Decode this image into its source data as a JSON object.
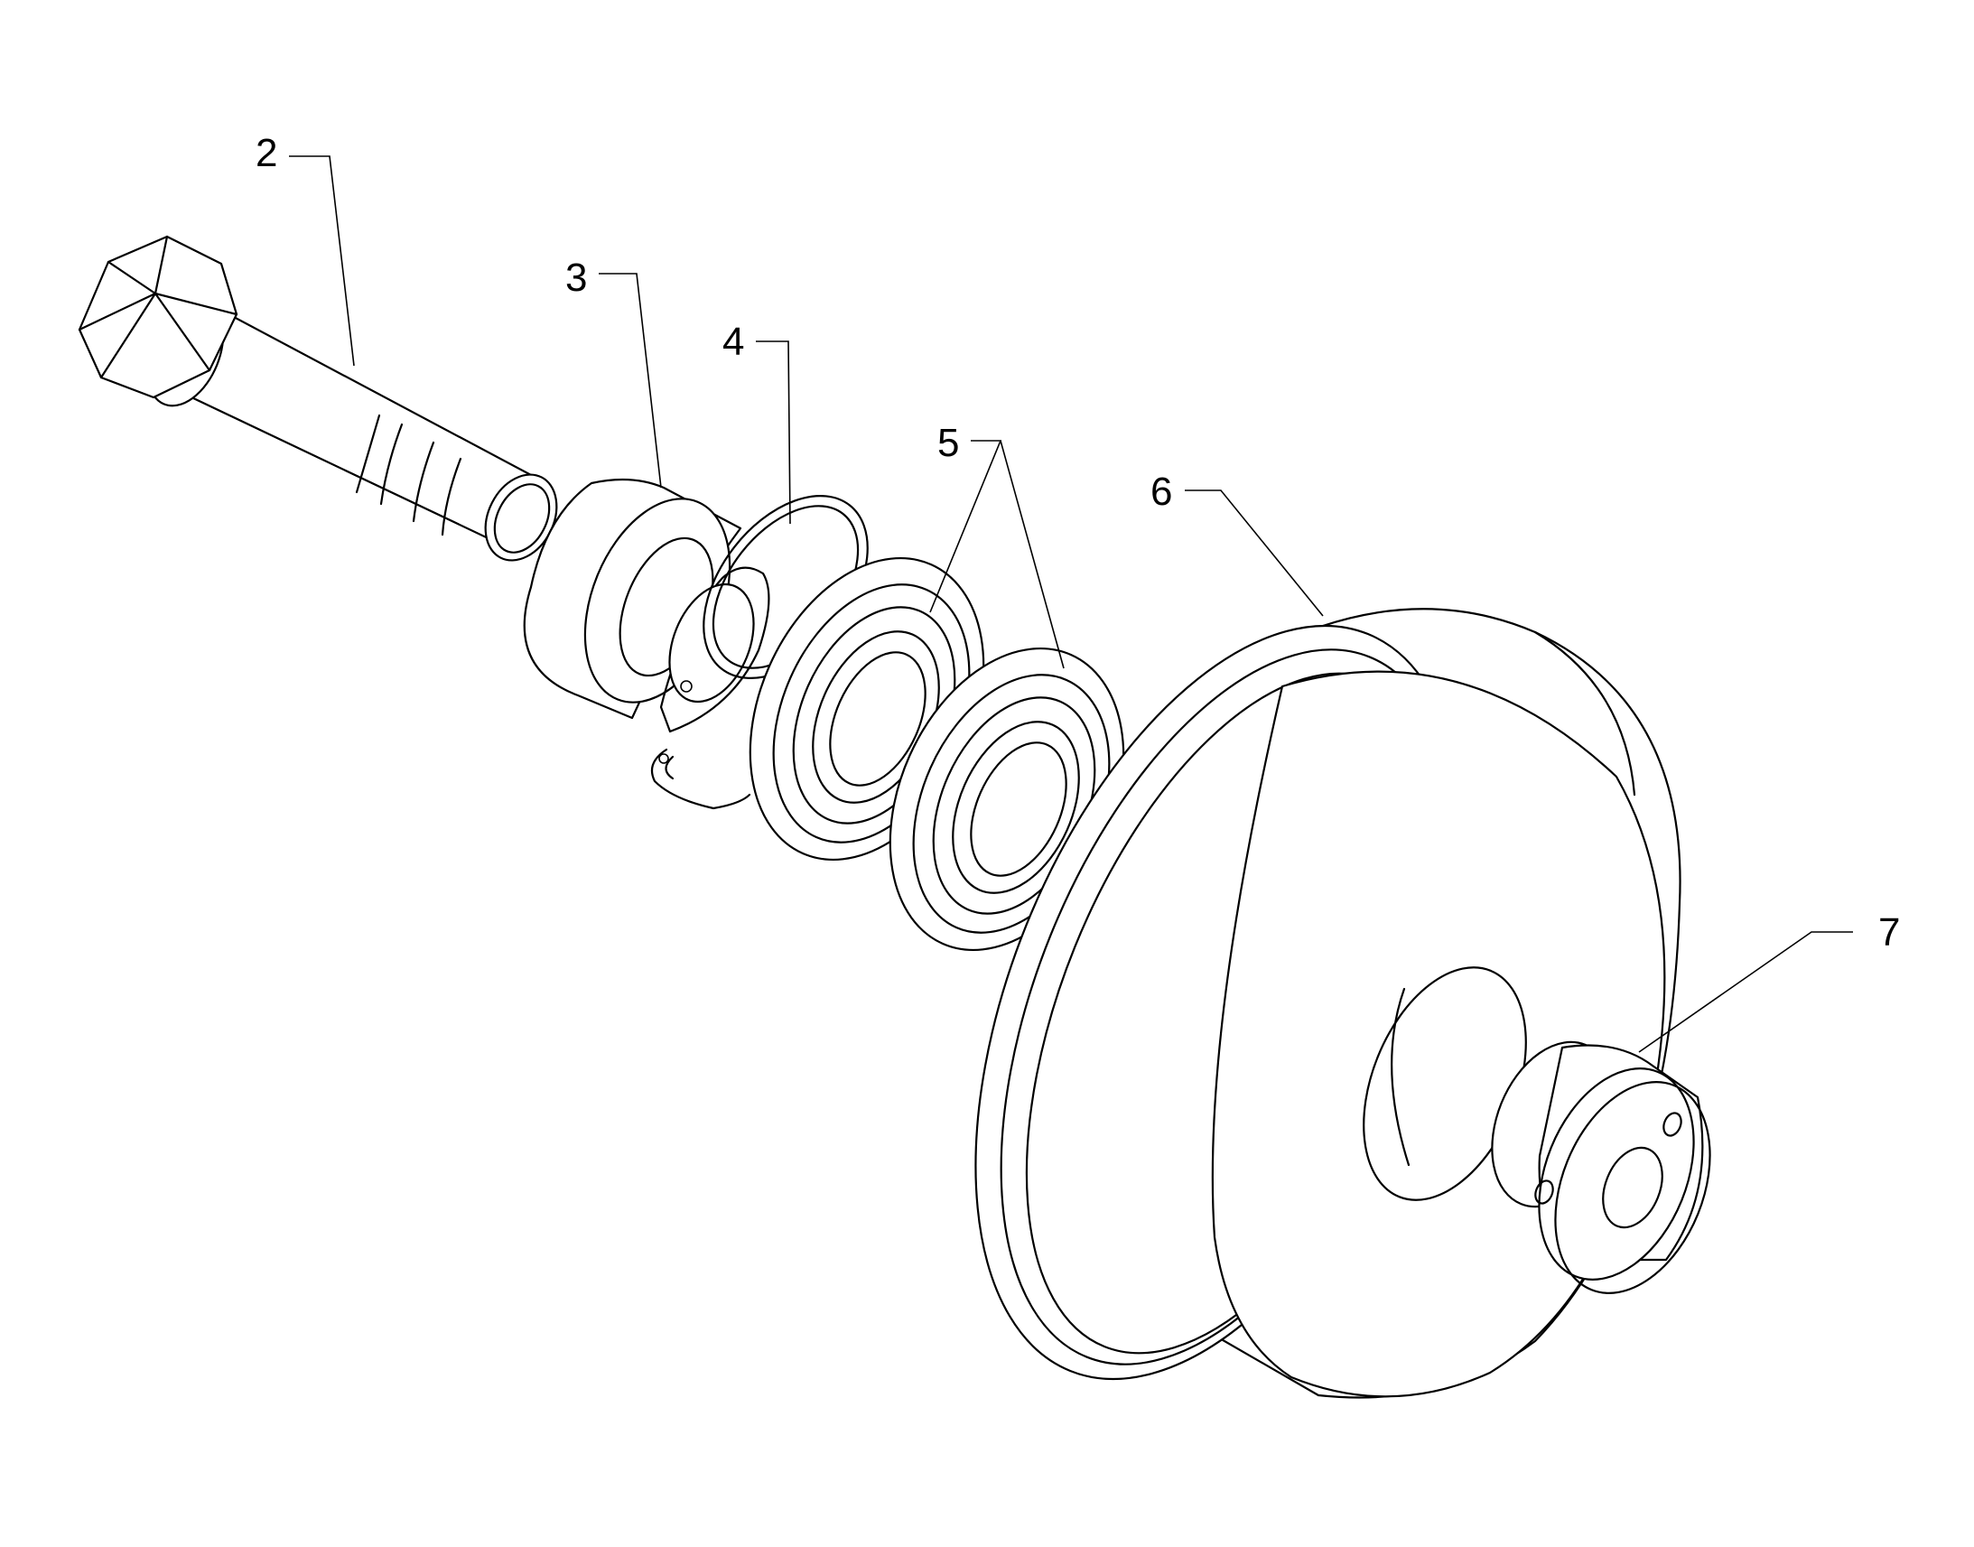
{
  "callouts": {
    "c2": "2",
    "c3": "3",
    "c4": "4",
    "c5": "5",
    "c6": "6",
    "c7": "7"
  }
}
